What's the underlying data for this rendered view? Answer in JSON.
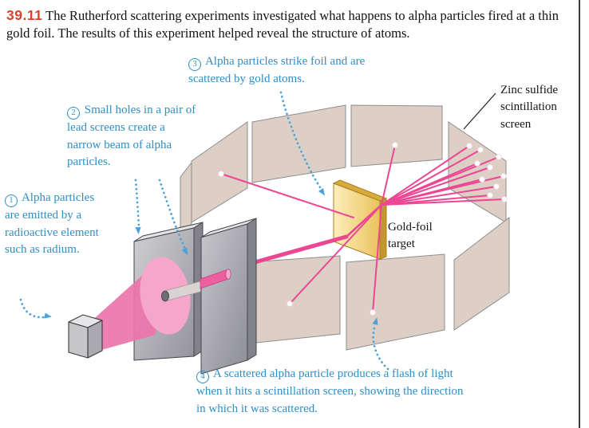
{
  "figure": {
    "number": "39.11",
    "caption": "The Rutherford scattering experiments investigated what happens to alpha particles fired at a thin gold foil. The results of this experiment helped reveal the structure of atoms."
  },
  "annotations": [
    {
      "number": "1",
      "text": "Alpha particles are emitted by a radioactive element such as radium."
    },
    {
      "number": "2",
      "text": "Small holes in a pair of lead screens create a narrow beam of alpha particles."
    },
    {
      "number": "3",
      "text": "Alpha particles strike foil and are scattered by gold atoms."
    },
    {
      "number": "4",
      "text": "A scattered alpha particle produces a flash of light when it hits a scintillation screen, showing the direction in which it was scattered."
    }
  ],
  "diagram_labels": {
    "zinc_screen": "Zinc sulfide scintillation screen",
    "gold_foil": "Gold-foil target"
  },
  "colors": {
    "figure_number_red": "#d9432a",
    "annotation_blue": "#2f8fc5",
    "arrow_blue": "#49a1d8",
    "beam_pink": "#ed4693",
    "cone_pink": "#ec74ac",
    "screen_tan": "#ddcfc5",
    "foil_gold": "#eec768",
    "lead_gray": "#b9b9be"
  }
}
